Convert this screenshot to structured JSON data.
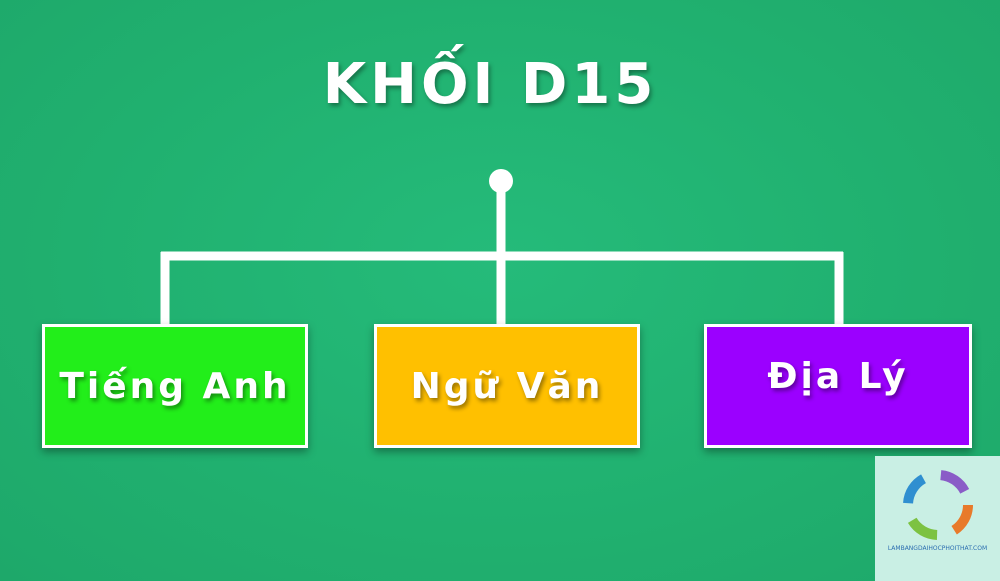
{
  "diagram": {
    "title": "KHỐI D15",
    "subjects": [
      {
        "label": "Tiếng Anh",
        "color": "#22ee1a"
      },
      {
        "label": "Ngữ Văn",
        "color": "#ffc000"
      },
      {
        "label": "Địa Lý",
        "color": "#9b00ff"
      }
    ]
  },
  "watermark": {
    "site": "LAMBANGDAIHOCPHOITHAT.COM",
    "icon": "circular-arrows-logo-icon"
  },
  "colors": {
    "background": "#22b573",
    "line": "#ffffff"
  }
}
